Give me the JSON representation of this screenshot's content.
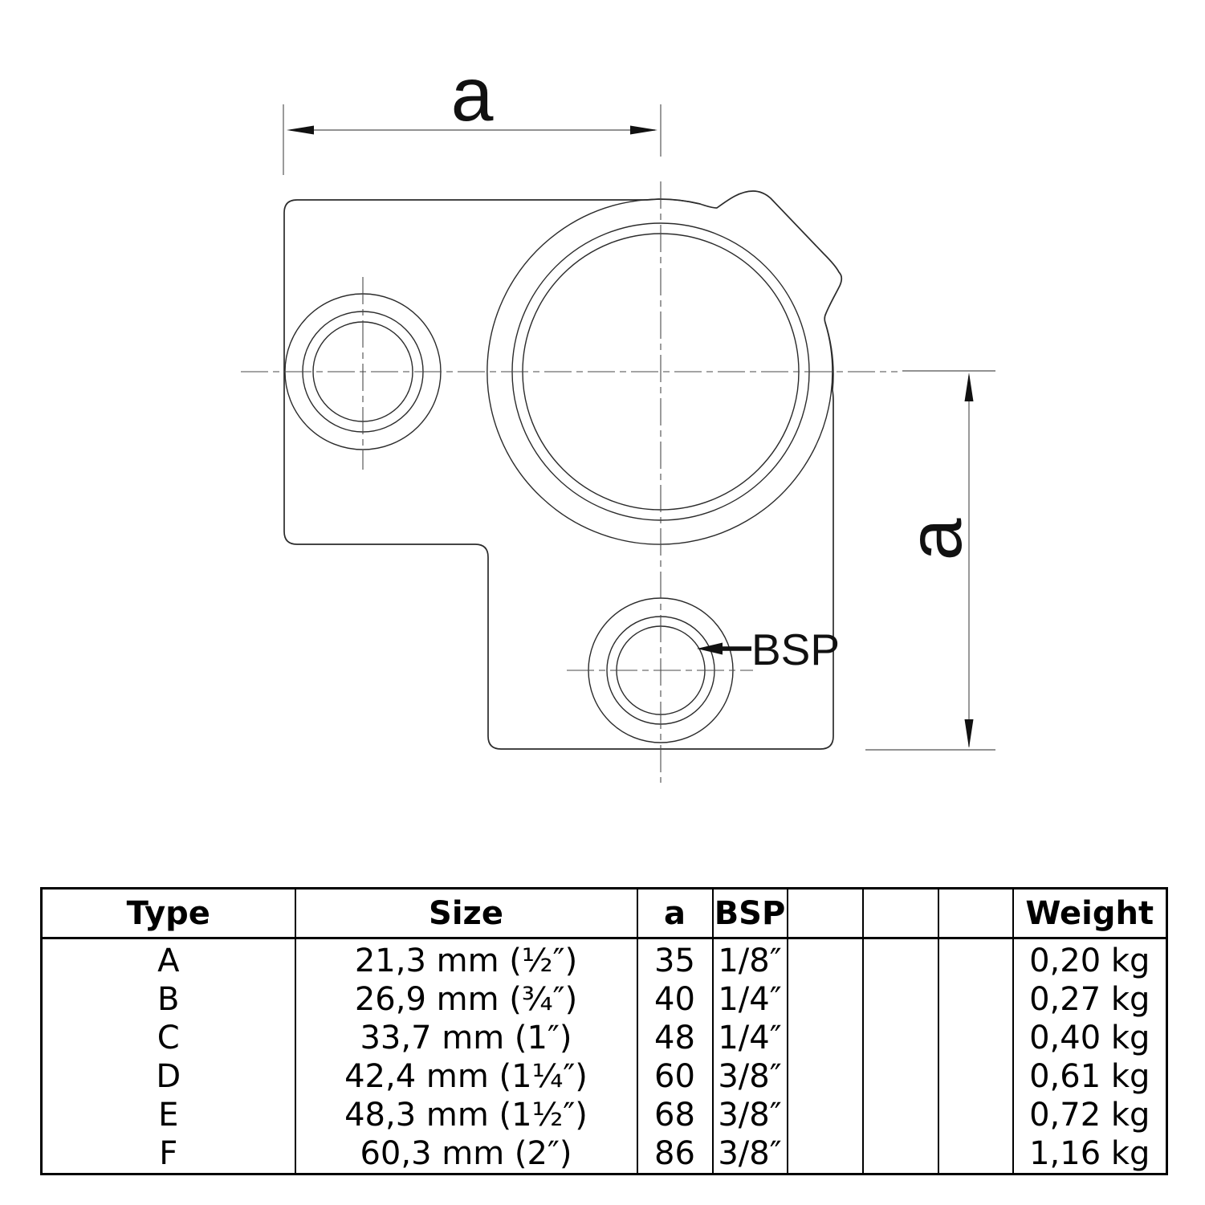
{
  "diagram": {
    "dim_a_top": "a",
    "dim_a_right": "a",
    "bsp_label": "BSP"
  },
  "table": {
    "headers": [
      "Type",
      "Size",
      "a",
      "BSP",
      "",
      "",
      "",
      "Weight"
    ],
    "rows": [
      [
        "A",
        "21,3 mm (½″)",
        "35",
        "1/8″",
        "",
        "",
        "",
        "0,20 kg"
      ],
      [
        "B",
        "26,9 mm (¾″)",
        "40",
        "1/4″",
        "",
        "",
        "",
        "0,27 kg"
      ],
      [
        "C",
        "33,7 mm (1″)",
        "48",
        "1/4″",
        "",
        "",
        "",
        "0,40 kg"
      ],
      [
        "D",
        "42,4 mm (1¼″)",
        "60",
        "3/8″",
        "",
        "",
        "",
        "0,61 kg"
      ],
      [
        "E",
        "48,3 mm (1½″)",
        "68",
        "3/8″",
        "",
        "",
        "",
        "0,72 kg"
      ],
      [
        "F",
        "60,3 mm (2″)",
        "86",
        "3/8″",
        "",
        "",
        "",
        "1,16 kg"
      ]
    ]
  },
  "colors": {
    "line": "#2b2b2b",
    "dimension": "#6e6e6e",
    "text": "#111111",
    "background": "#ffffff",
    "table_border": "#000000"
  }
}
